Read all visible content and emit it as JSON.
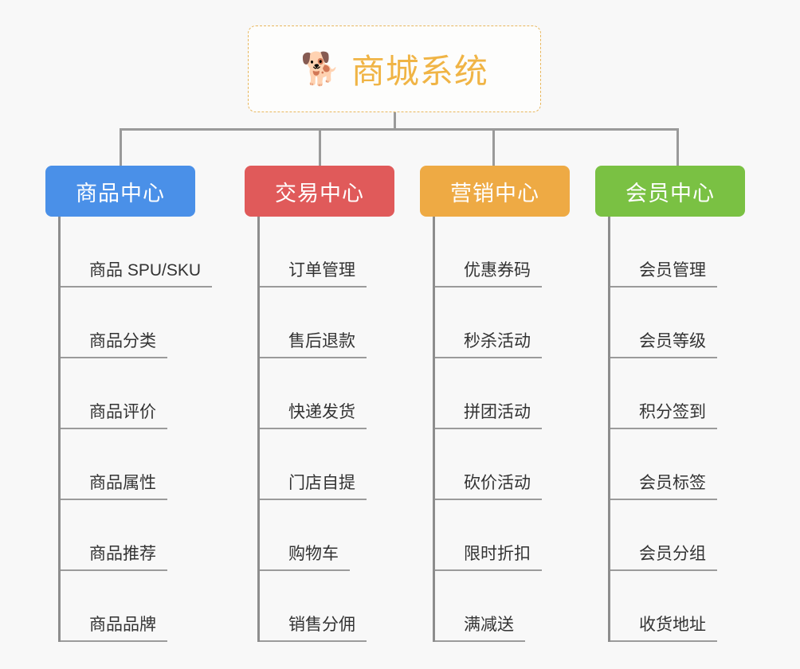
{
  "canvas": {
    "background": "#f8f8f8"
  },
  "root": {
    "icon": "dog-face-icon",
    "emoji": "🐕",
    "title": "商城系统",
    "color": "#f0b445",
    "border_color": "#e8b75e"
  },
  "columns": [
    {
      "header": "商品中心",
      "color": "#4a90e8",
      "items": [
        "商品 SPU/SKU",
        "商品分类",
        "商品评价",
        "商品属性",
        "商品推荐",
        "商品品牌"
      ]
    },
    {
      "header": "交易中心",
      "color": "#e05a5a",
      "items": [
        "订单管理",
        "售后退款",
        "快递发货",
        "门店自提",
        "购物车",
        "销售分佣"
      ]
    },
    {
      "header": "营销中心",
      "color": "#eeaa44",
      "items": [
        "优惠券码",
        "秒杀活动",
        "拼团活动",
        "砍价活动",
        "限时折扣",
        "满减送"
      ]
    },
    {
      "header": "会员中心",
      "color": "#7ac143",
      "items": [
        "会员管理",
        "会员等级",
        "积分签到",
        "会员标签",
        "会员分组",
        "收货地址"
      ]
    }
  ],
  "layout": {
    "column_lefts": [
      57,
      307,
      527,
      747
    ],
    "connector_color": "#9a9a9a",
    "trunk_color": "#8d8d8d",
    "underline_color": "#9b9b9b"
  }
}
